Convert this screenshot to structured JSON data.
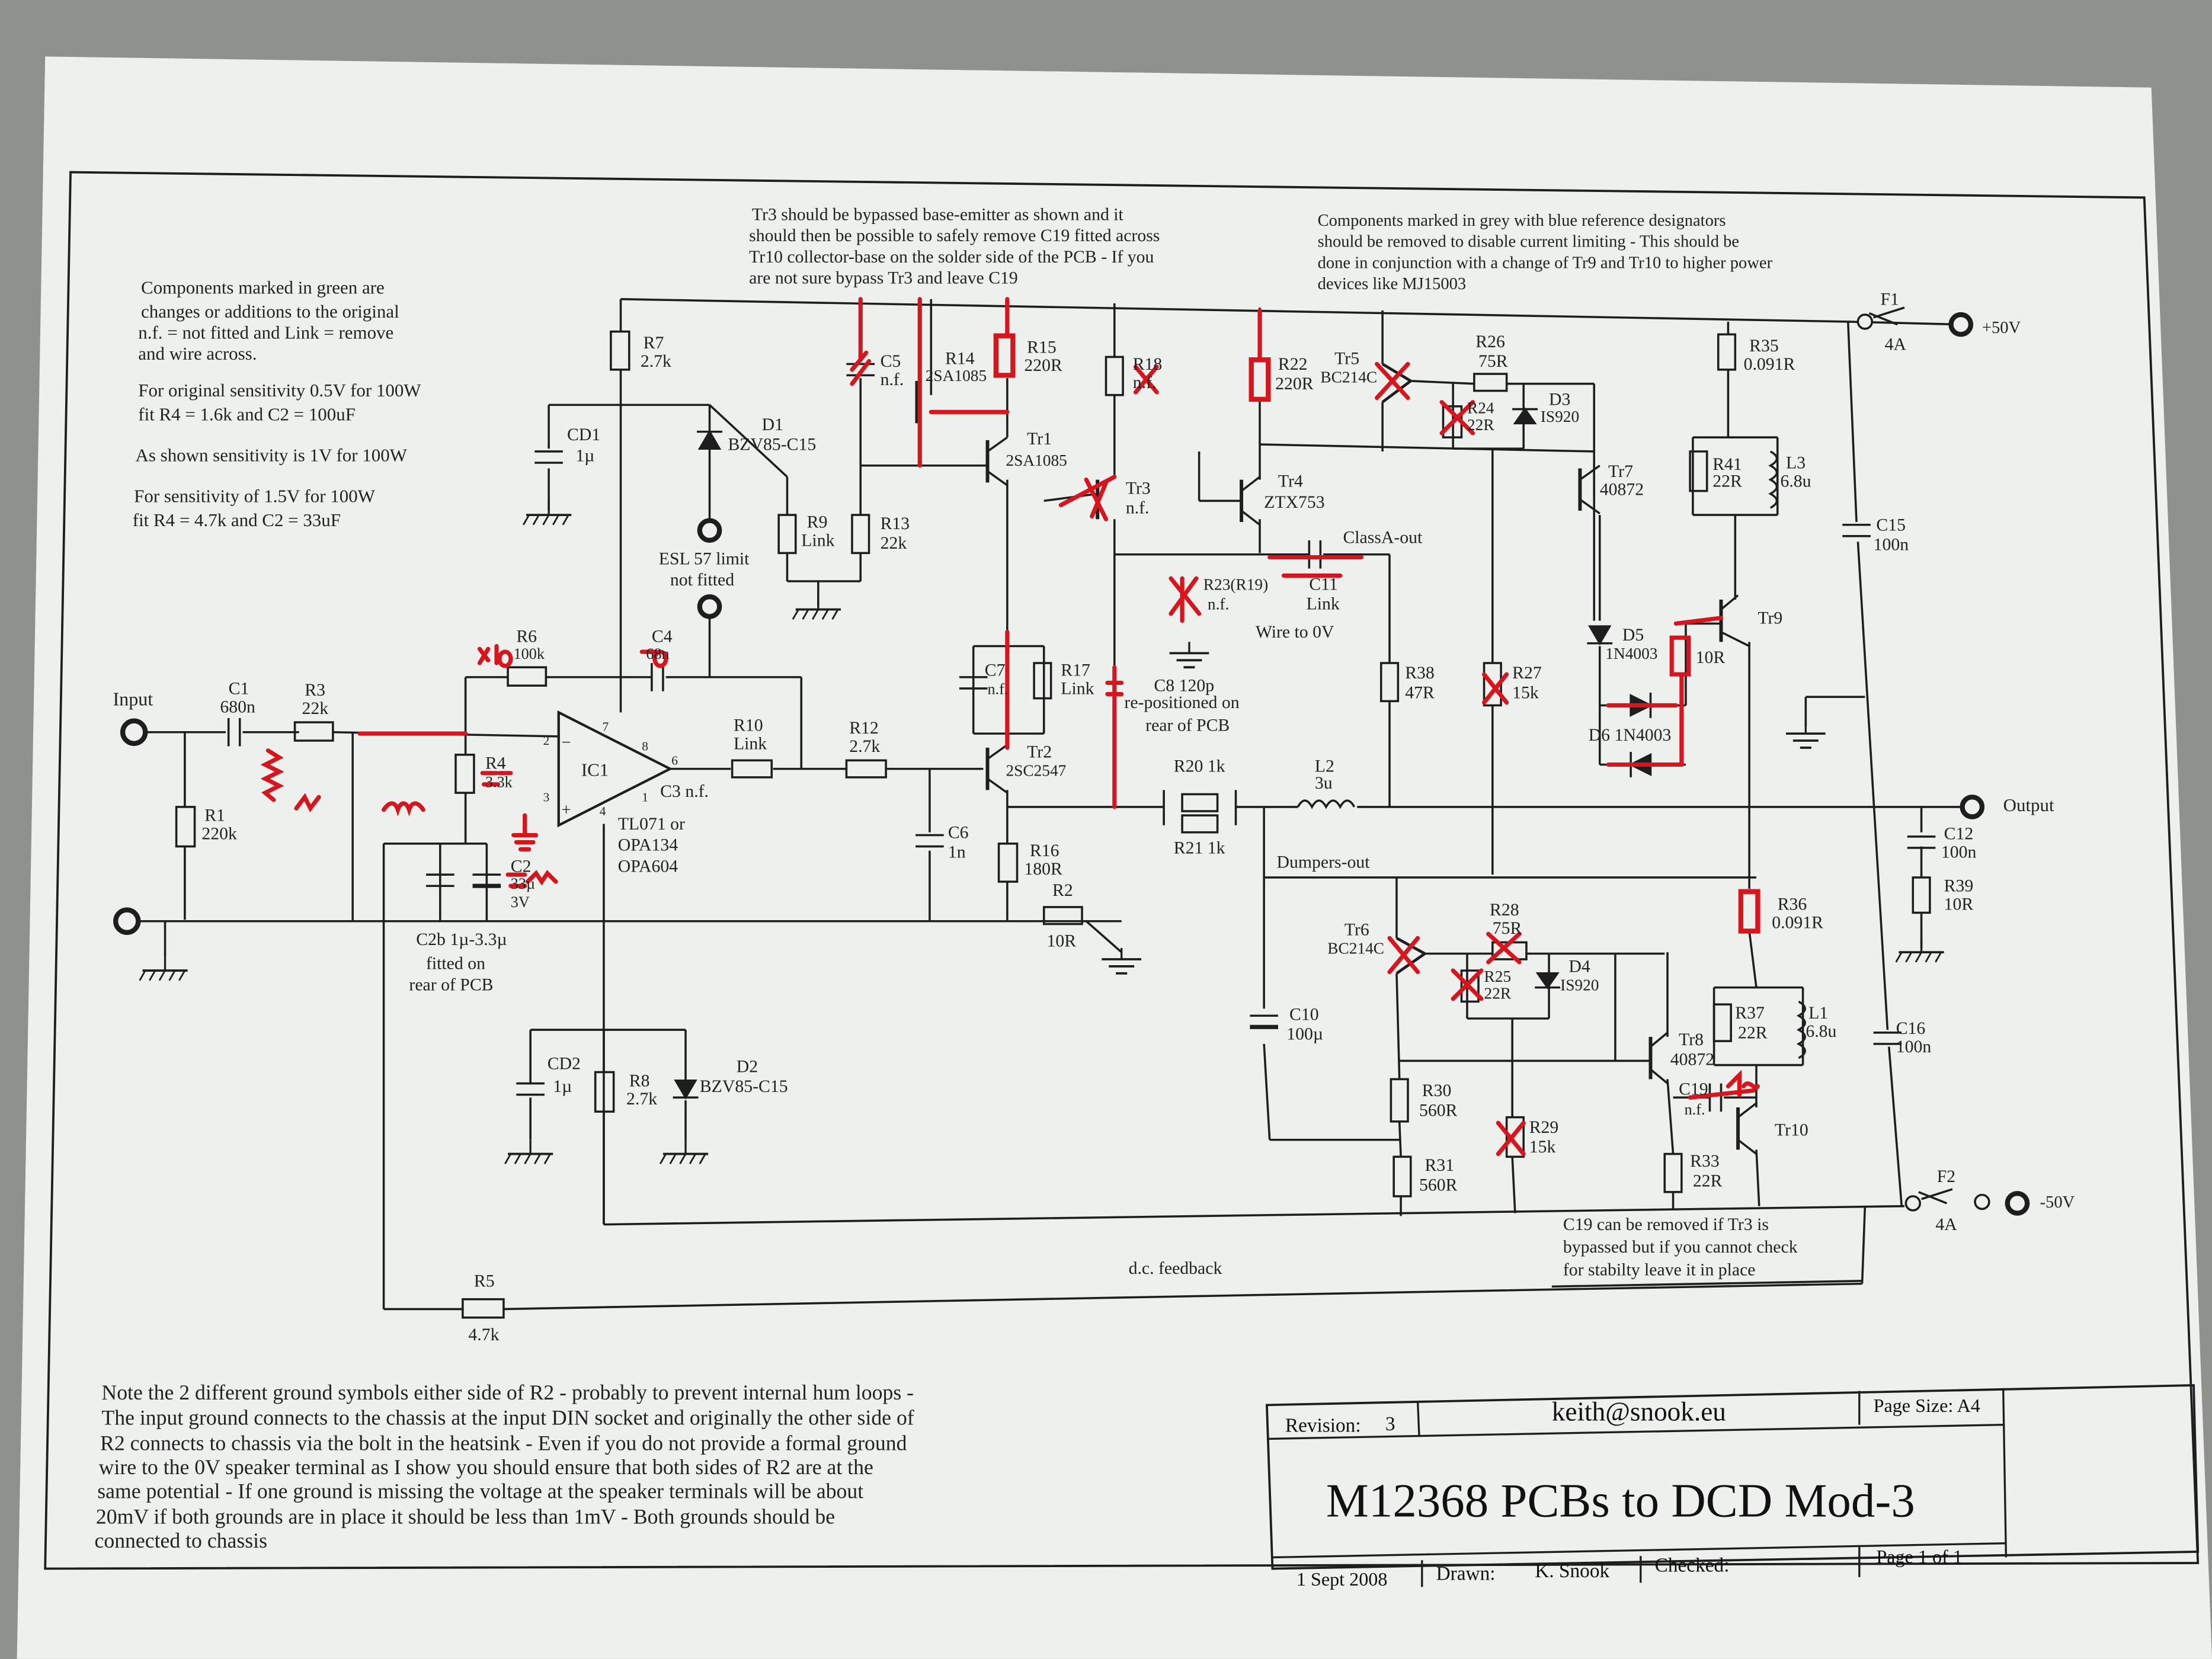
{
  "colors": {
    "paper": "#eef0ee",
    "ink": "#1e1e1e",
    "red_ink": "#d8141c",
    "background": "#8f918c"
  },
  "notes": {
    "legend": [
      "Components marked in green are",
      "changes or additions to the original",
      "n.f. = not fitted and Link = remove",
      "and wire across."
    ],
    "sens_original": [
      "For original sensitivity 0.5V for 100W",
      "fit R4 = 1.6k and C2 = 100uF"
    ],
    "sens_shown": "As shown sensitivity is 1V for 100W",
    "sens_15": [
      "For sensitivity of 1.5V for 100W",
      "fit R4 = 4.7k and C2 = 33uF"
    ],
    "tr3_note": [
      "Tr3 should be bypassed base-emitter as shown and it",
      "should then be possible to safely remove C19 fitted across",
      "Tr10 collector-base on the solder side of the PCB - If you",
      "are not sure bypass Tr3 and leave C19"
    ],
    "grey_note": [
      "Components marked in grey with blue reference designators",
      "should be removed to disable current limiting - This should be",
      "done in conjunction with a change of Tr9 and Tr10 to higher power",
      "devices like MJ15003"
    ],
    "c19_note": [
      "C19 can be removed if Tr3 is",
      "bypassed but if you cannot check",
      "for stabilty leave it in place"
    ],
    "ground_note": [
      "Note the 2 different ground symbols either side of R2 - probably to prevent internal hum loops -",
      "The input ground connects to the chassis at the input DIN socket and originally the other side of",
      "R2 connects to chassis via the bolt in the heatsink - Even if you do not provide a formal ground",
      "wire to the 0V speaker terminal as I show you should ensure that both sides of R2 are at the",
      "same potential - If one ground is missing the voltage at the speaker terminals will be about",
      "20mV if both grounds are in place it should be less than 1mV - Both grounds should be",
      "connected to chassis"
    ]
  },
  "labels": {
    "input": "Input",
    "output": "Output",
    "plus50": "+50V",
    "minus50": "-50V",
    "f1": "F1",
    "f1_val": "4A",
    "f2": "F2",
    "f2_val": "4A",
    "classa": "ClassA-out",
    "dumpers": "Dumpers-out",
    "dc_feedback": "d.c. feedback",
    "esl": "ESL 57 limit",
    "esl2": "not fitted",
    "wire0v": "Wire to 0V",
    "c8_note1": "re-positioned on",
    "c8_note2": "rear of PCB",
    "c2b_note1": "C2b 1µ-3.3µ",
    "c2b_note2": "fitted on",
    "c2b_note3": "rear of PCB",
    "opamp1": "TL071 or",
    "opamp2": "OPA134",
    "opamp3": "OPA604"
  },
  "components": {
    "C1": [
      "C1",
      "680n"
    ],
    "R3": [
      "R3",
      "22k"
    ],
    "R1": [
      "R1",
      "220k"
    ],
    "R6": [
      "R6",
      "100k"
    ],
    "C4": [
      "C4",
      "68n"
    ],
    "R4": [
      "R4",
      "3.3k"
    ],
    "C2": [
      "C2",
      "33µ",
      "3V"
    ],
    "IC1": [
      "IC1"
    ],
    "C3": [
      "C3 n.f."
    ],
    "R10": [
      "R10",
      "Link"
    ],
    "R12": [
      "R12",
      "2.7k"
    ],
    "C6": [
      "C6",
      "1n"
    ],
    "R7": [
      "R7",
      "2.7k"
    ],
    "CD1": [
      "CD1",
      "1µ"
    ],
    "D1": [
      "D1",
      "BZV85-C15"
    ],
    "R9": [
      "R9",
      "Link"
    ],
    "R13": [
      "R13",
      "22k"
    ],
    "C5": [
      "C5",
      "n.f."
    ],
    "R14": [
      "R14",
      "2SA1085"
    ],
    "R15": [
      "R15",
      "220R"
    ],
    "Tr1": [
      "Tr1",
      "2SA1085"
    ],
    "R18": [
      "R18",
      "n.f."
    ],
    "Tr3": [
      "Tr3",
      "n.f."
    ],
    "R22": [
      "R22",
      "220R"
    ],
    "Tr4": [
      "Tr4",
      "ZTX753"
    ],
    "Tr5": [
      "Tr5",
      "BC214C"
    ],
    "R26": [
      "R26",
      "75R"
    ],
    "R24": [
      "R24",
      "22R"
    ],
    "D3": [
      "D3",
      "IS920"
    ],
    "R35": [
      "R35",
      "0.091R"
    ],
    "R41": [
      "R41",
      "22R"
    ],
    "L3": [
      "L3",
      "6.8u"
    ],
    "Tr7": [
      "Tr7",
      "40872"
    ],
    "C15": [
      "C15",
      "100n"
    ],
    "C11": [
      "C11",
      "Link"
    ],
    "R23": [
      "R23(R19)",
      "n.f."
    ],
    "C7": [
      "C7",
      "n.f."
    ],
    "R17": [
      "R17",
      "Link"
    ],
    "C8": [
      "C8 120p"
    ],
    "R38": [
      "R38",
      "47R"
    ],
    "R27": [
      "R27",
      "15k"
    ],
    "D5": [
      "D5",
      "1N4003"
    ],
    "R10R": [
      "10R"
    ],
    "Tr9": [
      "Tr9"
    ],
    "D6": [
      "D6 1N4003"
    ],
    "Tr2": [
      "Tr2",
      "2SC2547"
    ],
    "R20": [
      "R20 1k"
    ],
    "R21": [
      "R21 1k"
    ],
    "L2": [
      "L2",
      "3u"
    ],
    "R16": [
      "R16",
      "180R"
    ],
    "R2": [
      "R2",
      "10R"
    ],
    "C12": [
      "C12",
      "100n"
    ],
    "R39": [
      "R39",
      "10R"
    ],
    "R36": [
      "R36",
      "0.091R"
    ],
    "Tr6": [
      "Tr6",
      "BC214C"
    ],
    "R28": [
      "R28",
      "75R"
    ],
    "R25": [
      "R25",
      "22R"
    ],
    "D4": [
      "D4",
      "IS920"
    ],
    "C10": [
      "C10",
      "100µ"
    ],
    "R37": [
      "R37",
      "22R"
    ],
    "L1": [
      "L1",
      "6.8u"
    ],
    "Tr8": [
      "Tr8",
      "40872"
    ],
    "C16": [
      "C16",
      "100n"
    ],
    "C19": [
      "C19",
      "n.f."
    ],
    "Tr10": [
      "Tr10"
    ],
    "R30": [
      "R30",
      "560R"
    ],
    "R29": [
      "R29",
      "15k"
    ],
    "R31": [
      "R31",
      "560R"
    ],
    "R33": [
      "R33",
      "22R"
    ],
    "CD2": [
      "CD2",
      "1µ"
    ],
    "R8": [
      "R8",
      "2.7k"
    ],
    "D2": [
      "D2",
      "BZV85-C15"
    ],
    "R5": [
      "R5",
      "4.7k"
    ]
  },
  "title_block": {
    "revision_label": "Revision:",
    "revision": "3",
    "email": "keith@snook.eu",
    "page_size": "Page Size: A4",
    "title": "M12368 PCBs to DCD Mod-3",
    "date": "1 Sept 2008",
    "drawn_label": "Drawn:",
    "drawn_by": "K. Snook",
    "checked_label": "Checked:",
    "page": "Page 1 of 1"
  }
}
